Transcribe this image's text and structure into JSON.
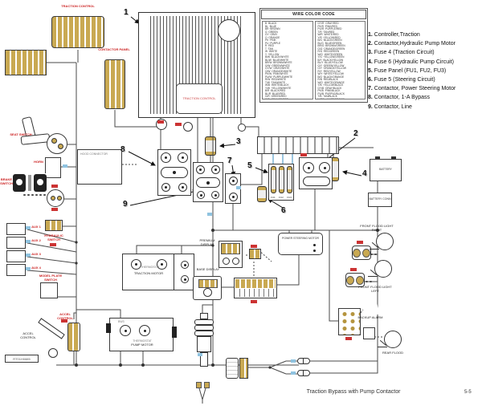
{
  "wire_color_code": {
    "title": "WIRE COLOR CODE",
    "col1": [
      "B ·BLACK",
      "BL ·BLUE",
      "BR ·BROWN",
      "G ·GREEN",
      "GY ·GRAY",
      "O ·ORANGE",
      "PK ·PINK",
      "PU ·PURPLE",
      "R ·RED",
      "T ·TAN",
      "W ·WHITE",
      "Y ·YELLOW",
      "B/W ·BLACK/WHITE",
      "BL/W ·BLUE/WHITE",
      "BR/W ·BROWN/WHITE",
      "G/W ·GREEN/WHITE",
      "GY/W ·GRAY/WHITE",
      "O/W ·ORANGE/WHITE",
      "PK/W ·PINK/WHITE",
      "PU/W ·PURPLE/WHITE",
      "R/W ·RED/WHITE",
      "T/W ·TAN/WHITE",
      "W/B ·WHITE/BLACK",
      "Y/W ·YELLOW/WHITE",
      "B/R ·BLACK/RED",
      "BL/R ·BLUE/RED",
      "G/R ·GREEN/RED",
      "O/R ·ORANGE/RED"
    ],
    "col2": [
      "GY/R ·GRAY/RED",
      "PK/R ·PINK/RED",
      "PU/R ·PURPLE/RED",
      "T/R ·TAN/RED",
      "W/R ·WHITE/RED",
      "Y/R ·YELLOW/RED",
      "B/G ·BLACK/GREEN",
      "BL/G ·BLUE/GREEN",
      "BR/G ·BROWN/GREEN",
      "O/G ·ORANGE/GREEN",
      "R/G ·RED/GREEN",
      "W/G ·WHITE/GREEN",
      "Y/G ·YELLOW/GREEN",
      "B/Y ·BLACK/YELLOW",
      "BL/Y ·BLUE/YELLOW",
      "G/Y ·GREEN/YELLOW",
      "O/Y ·ORANGE/YELLOW",
      "R/Y ·RED/YELLOW",
      "W/Y ·WHITE/YELLOW",
      "B/O ·BLACK/ORANGE",
      "R/B ·RED/BLACK",
      "W/O ·WHITE/ORANGE",
      "Y/B ·YELLOW/BLACK",
      "GY/B ·GRAY/BLACK",
      "PK/B ·PINK/BLACK",
      "PU/B ·PURPLE/BLACK",
      "T/B ·TAN/BLACK",
      "W/BR ·WHITE/BROWN"
    ]
  },
  "legend": {
    "items": [
      "Controller,Traction",
      "Contactor,Hydraulic Pump Motor",
      "Fuse 4 (Traction Circuit)",
      "Fuse 6 (Hydraulic Pump Circuit)",
      "Fuse Panel (FU1, FU2, FU3)",
      "Fuse 5 (Steering Circuit)",
      "Contactor, Power Steering Motor",
      "Contactor, 1-A Bypass",
      "Contactor, Line"
    ]
  },
  "callouts": [
    "1",
    "2",
    "3",
    "4",
    "5",
    "6",
    "7",
    "8",
    "9"
  ],
  "labels": {
    "traction_control": "TRACTION CONTROL",
    "contactor_panel": "CONTACTOR PANEL",
    "controller": "TRACTION CONTROL",
    "seat_switch": "SEAT SWITCH",
    "horn": "HORN",
    "hood_connector": "HOOD CONNECTOR",
    "brake": "BRAKE SWITCH",
    "aux": [
      "AUX 1",
      "AUX 2",
      "AUX 3",
      "AUX 4"
    ],
    "hydraulic_switch": "HYDRAULIC SWITCH",
    "model_plate": "MODEL PLATE SWITCH",
    "accel_red": "ACCEL CONTROL",
    "accel_control": "ACCEL CONTROL",
    "part_no": "RT01H0885",
    "traction_motor": "TRACTION MOTOR",
    "thermostat_tm": "THERMOSTAT",
    "premium_display": "PREMIUM DISPLAY",
    "base_display": "BASE DISPLAY",
    "power_steering_motor": "POWER STEERING MOTOR",
    "pump_motor": "PUMP MOTOR",
    "thermostat_pm": "THERMOSTAT",
    "bw3": "BW3",
    "battery": "BATTERY",
    "battery_conn": "BATTERY CONN",
    "front_flood_right": "FRONT FLOOD LIGHT RIGHT",
    "front_flood_left": "FRONT FLOOD LIGHT LEFT",
    "backup_alarm": "BACKUP ALARM",
    "rear_flood": "REAR FLOOD"
  },
  "fuse_labels": [
    "FU1",
    "FU2",
    "FU3"
  ],
  "footer": {
    "caption": "Traction Bypass with Pump Contactor",
    "page": "5-5"
  },
  "colors": {
    "label_red": "#cc2200",
    "pin_tan": "#c9a952",
    "chip_blue": "#8fc3e0"
  }
}
